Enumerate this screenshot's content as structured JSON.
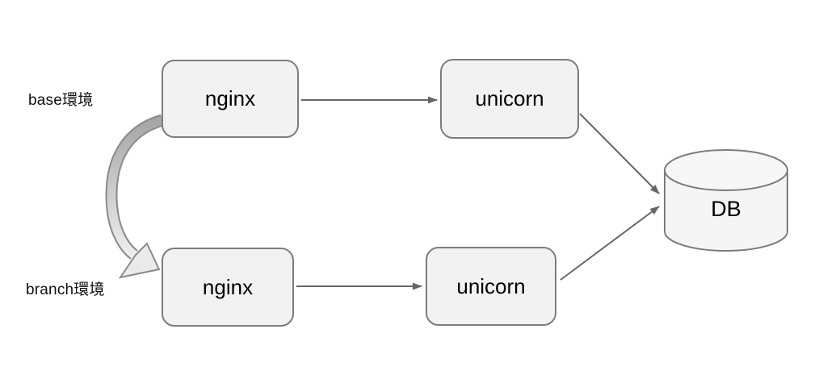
{
  "diagram": {
    "environments": [
      {
        "label": "base環境",
        "nodes": [
          {
            "label": "nginx"
          },
          {
            "label": "unicorn"
          }
        ]
      },
      {
        "label": "branch環境",
        "nodes": [
          {
            "label": "nginx"
          },
          {
            "label": "unicorn"
          }
        ]
      }
    ],
    "database": {
      "label": "DB"
    },
    "colors": {
      "node_fill": "#f2f2f2",
      "node_border": "#7d7d7d",
      "arrow_color": "#666666",
      "curve_outline": "#8a8a8a",
      "bg": "#ffffff",
      "text": "#000000"
    }
  }
}
